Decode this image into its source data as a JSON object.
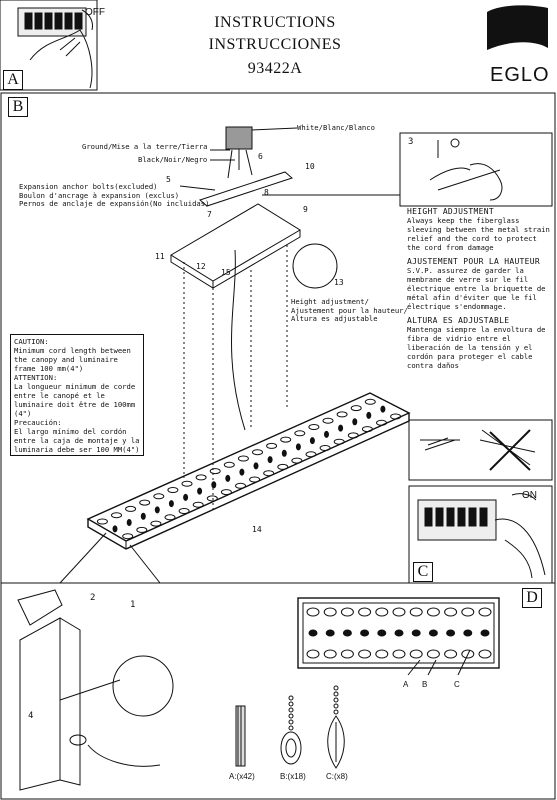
{
  "header": {
    "title_line1": "INSTRUCTIONS",
    "title_line2": "INSTRUCCIONES",
    "model": "93422A",
    "brand": "EGLO"
  },
  "section_a": {
    "letter": "A",
    "switch_label": "OFF"
  },
  "section_b": {
    "letter": "B",
    "wire_labels": {
      "white": "White/Blanc/Blanco",
      "ground": "Ground/Mise a la terre/Tierra",
      "black": "Black/Noir/Negro"
    },
    "anchor_note": [
      "Expansion anchor bolts(excluded)",
      "Boulon d'ancrage à expansion (exclus)",
      "Pernos de anclaje de expansión(No incluidas)"
    ],
    "height_label": [
      "Height adjustment/",
      "Ajustement pour la hauteur/",
      "Altura es adjustable"
    ],
    "steps": [
      "1",
      "2",
      "3",
      "4",
      "5",
      "6",
      "7",
      "8",
      "9",
      "10",
      "11",
      "12",
      "13",
      "14",
      "15"
    ],
    "height_adjustment": {
      "en_title": "HEIGHT ADJUSTMENT",
      "en_text": "Always keep the fiberglass sleeving between the metal strain relief and the cord to protect the cord from damage",
      "fr_title": "AJUSTEMENT POUR LA HAUTEUR",
      "fr_text": "S.V.P. assurez de garder la membrane de verre sur le fil électrique entre la briquette de métal afin d'éviter que le fil électrique s'endommage.",
      "es_title": "ALTURA ES ADJUSTABLE",
      "es_text": "Mantenga siempre la envoltura de fibra de vidrio entre el liberación de la tensión y el cordón para proteger el cable contra daños"
    },
    "caution": {
      "en_title": "CAUTION:",
      "en_text": "Minimum cord length between the canopy and luminaire frame 100 mm(4\")",
      "fr_title": "ATTENTION:",
      "fr_text": "La longueur minimum de corde entre le canopé et le luminaire doit être de 100mm (4\")",
      "es_title": "Precaución:",
      "es_text": "El largo mínimo del cordón entre la caja de montaje y la luminaria debe ser 100 MM(4\")"
    }
  },
  "section_c": {
    "letter": "C",
    "switch_label": "ON"
  },
  "section_d": {
    "letter": "D",
    "part_labels": [
      "A",
      "B",
      "C"
    ],
    "quantities": [
      "A:(x42)",
      "B:(x18)",
      "C:(x8)"
    ]
  }
}
